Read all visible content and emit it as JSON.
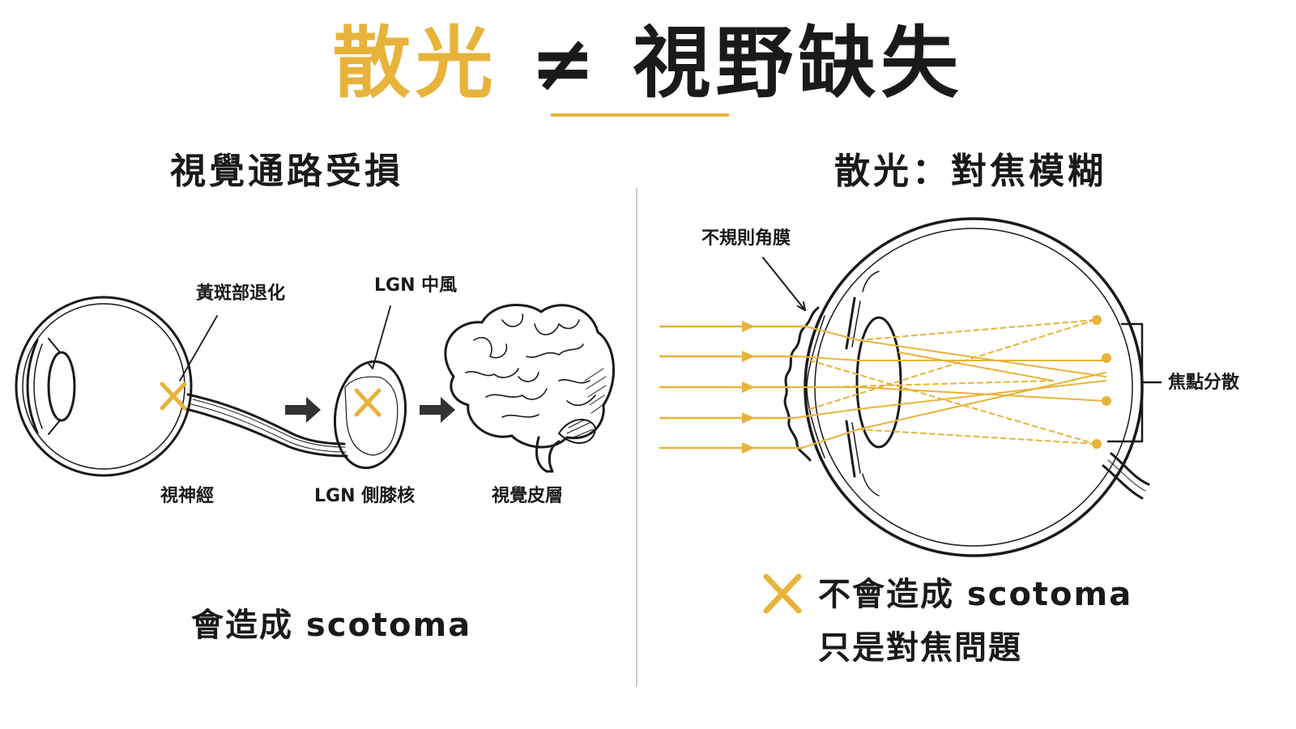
{
  "title": {
    "accent": "散光",
    "neq": "≠",
    "rest": "視野缺失"
  },
  "left": {
    "heading": "視覺通路受損",
    "labels": {
      "macula": "黃斑部退化",
      "lgn_stroke": "LGN 中風",
      "optic_nerve": "視神經",
      "lgn": "LGN 側膝核",
      "cortex": "視覺皮層"
    },
    "bottom": "會造成 scotoma"
  },
  "right": {
    "heading": "散光：對焦模糊",
    "labels": {
      "cornea": "不規則角膜",
      "focus": "焦點分散"
    },
    "bottom_line1": "不會造成 scotoma",
    "bottom_line2": "只是對焦問題"
  },
  "colors": {
    "accent": "#E8B33A",
    "ink": "#1a1a1a",
    "divider": "#cccccc"
  },
  "icons": {
    "cross": "x-mark-icon",
    "arrow": "arrow-right-icon"
  }
}
